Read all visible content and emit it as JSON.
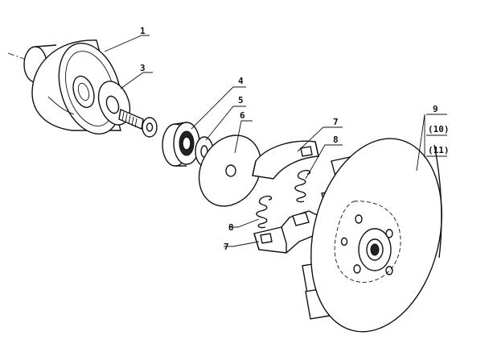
{
  "diagram": {
    "callouts": [
      {
        "id": "c1",
        "label": "1"
      },
      {
        "id": "c3",
        "label": "3"
      },
      {
        "id": "c4",
        "label": "4"
      },
      {
        "id": "c5",
        "label": "5"
      },
      {
        "id": "c6",
        "label": "6"
      },
      {
        "id": "c7a",
        "label": "7"
      },
      {
        "id": "c8a",
        "label": "8"
      },
      {
        "id": "c8b",
        "label": "8"
      },
      {
        "id": "c7b",
        "label": "7"
      },
      {
        "id": "c9",
        "label": "9"
      },
      {
        "id": "c10",
        "label": "(10)"
      },
      {
        "id": "c11",
        "label": "(11)"
      }
    ]
  }
}
